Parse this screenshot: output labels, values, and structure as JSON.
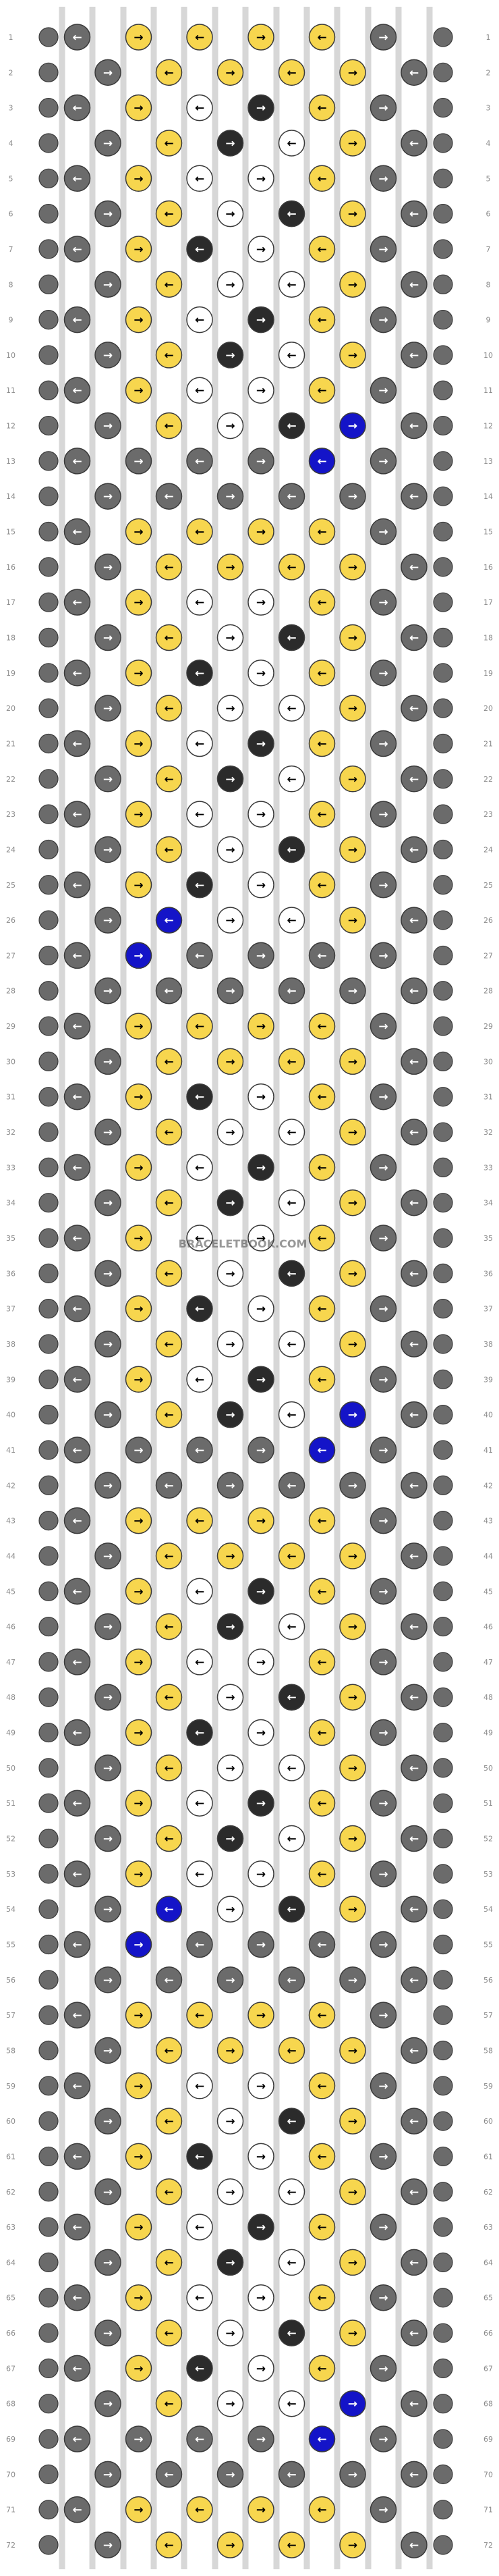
{
  "watermark": "BRACELETBOOK.COM",
  "row_count": 72,
  "colors": {
    "grey": "#6b6b6b",
    "yellow": "#f7d64e",
    "blue": "#1414c8",
    "black": "#2b2b2b",
    "light_grey": "#a6a6a6",
    "white": "#ffffff"
  },
  "strings": {
    "count": 13,
    "left_colors": [
      "grey",
      "blue",
      "grey",
      "yellow",
      "yellow",
      "yellow",
      "black",
      "black",
      "yellow",
      "yellow",
      "yellow",
      "grey",
      "grey"
    ],
    "right_labels": [
      "grey",
      "yellow",
      "grey",
      "white",
      "grey",
      "grey",
      "grey",
      "grey",
      "grey",
      "grey",
      "grey",
      "grey",
      "grey"
    ]
  },
  "row_labels": [
    "1",
    "2",
    "3",
    "4",
    "5",
    "6",
    "7",
    "8",
    "9",
    "10",
    "11",
    "12",
    "13",
    "14",
    "15",
    "16",
    "17",
    "18",
    "19",
    "20",
    "21",
    "22",
    "23",
    "24",
    "25",
    "26",
    "27",
    "28",
    "29",
    "30",
    "31",
    "32",
    "33",
    "34",
    "35",
    "36",
    "37",
    "38",
    "39",
    "40",
    "41",
    "42",
    "43",
    "44",
    "45",
    "46",
    "47",
    "48",
    "49",
    "50",
    "51",
    "52",
    "53",
    "54",
    "55",
    "56",
    "57",
    "58",
    "59",
    "60",
    "61",
    "62",
    "63",
    "64",
    "65",
    "66",
    "67",
    "68",
    "69",
    "70",
    "71",
    "72"
  ]
}
